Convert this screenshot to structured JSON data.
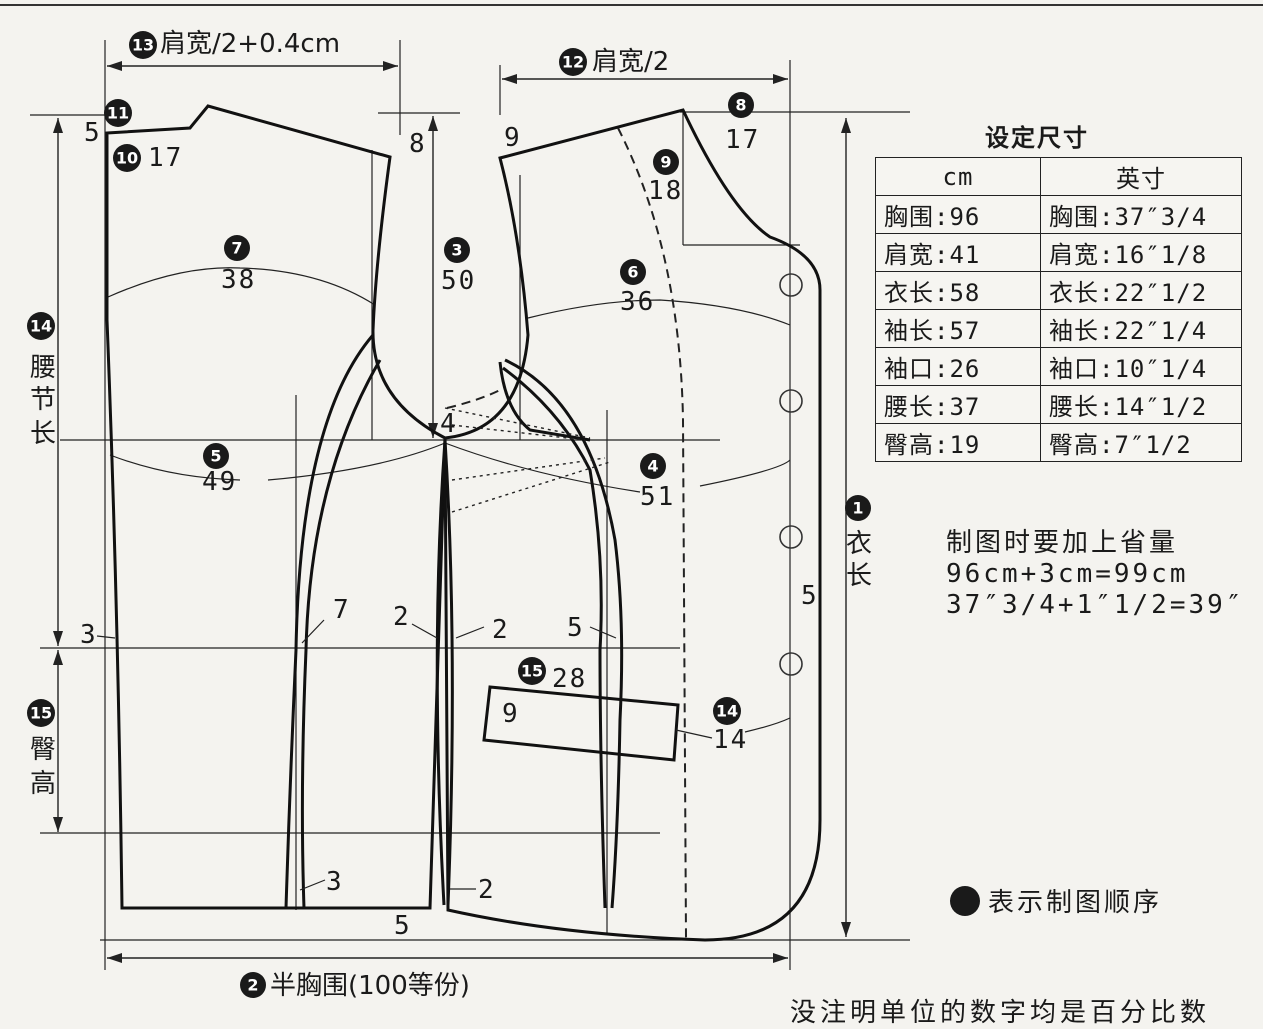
{
  "diagram": {
    "shoulder_back_label": "肩宽/2+0.4cm",
    "shoulder_front_label": "肩宽/2",
    "half_chest_label": "半胸围(100等份)",
    "length_label": [
      "衣",
      "长"
    ],
    "waist_label": [
      "腰",
      "节",
      "长"
    ],
    "hip_label": [
      "臀",
      "高"
    ],
    "steps": [
      "1",
      "2",
      "3",
      "4",
      "5",
      "6",
      "7",
      "8",
      "9",
      "10",
      "11",
      "12",
      "13",
      "14",
      "15"
    ],
    "values": {
      "v5_top": "5",
      "v17_back": "17",
      "v8_back_armhole": "8",
      "v9_front": "9",
      "v17_front": "17",
      "v18_front": "18",
      "v38": "38",
      "v50": "50",
      "v36": "36",
      "v4": "4",
      "v49": "49",
      "v51": "51",
      "v3_left": "3",
      "v7": "7",
      "v2_a": "2",
      "v2_b": "2",
      "v5_mid": "5",
      "v5_right": "5",
      "v28": "28",
      "v9_pocket": "9",
      "v14": "14",
      "v3_hem": "3",
      "v2_hem": "2",
      "v5_hem": "5"
    }
  },
  "size_table": {
    "title": "设定尺寸",
    "headers": [
      "cm",
      "英寸"
    ],
    "rows": [
      [
        "胸围:96",
        "胸围:37″3/4"
      ],
      [
        "肩宽:41",
        "肩宽:16″1/8"
      ],
      [
        "衣长:58",
        "衣长:22″1/2"
      ],
      [
        "袖长:57",
        "袖长:22″1/4"
      ],
      [
        "袖口:26",
        "袖口:10″1/4"
      ],
      [
        "腰长:37",
        "腰长:14″1/2"
      ],
      [
        "臀高:19",
        "臀高:7″1/2"
      ]
    ]
  },
  "dart_note": {
    "line1": "制图时要加上省量",
    "line2": "96cm+3cm=99cm",
    "line3": "37″3/4+1″1/2=39″"
  },
  "legend": {
    "text": "表示制图顺序"
  },
  "footnote": "没注明单位的数字均是百分比数"
}
